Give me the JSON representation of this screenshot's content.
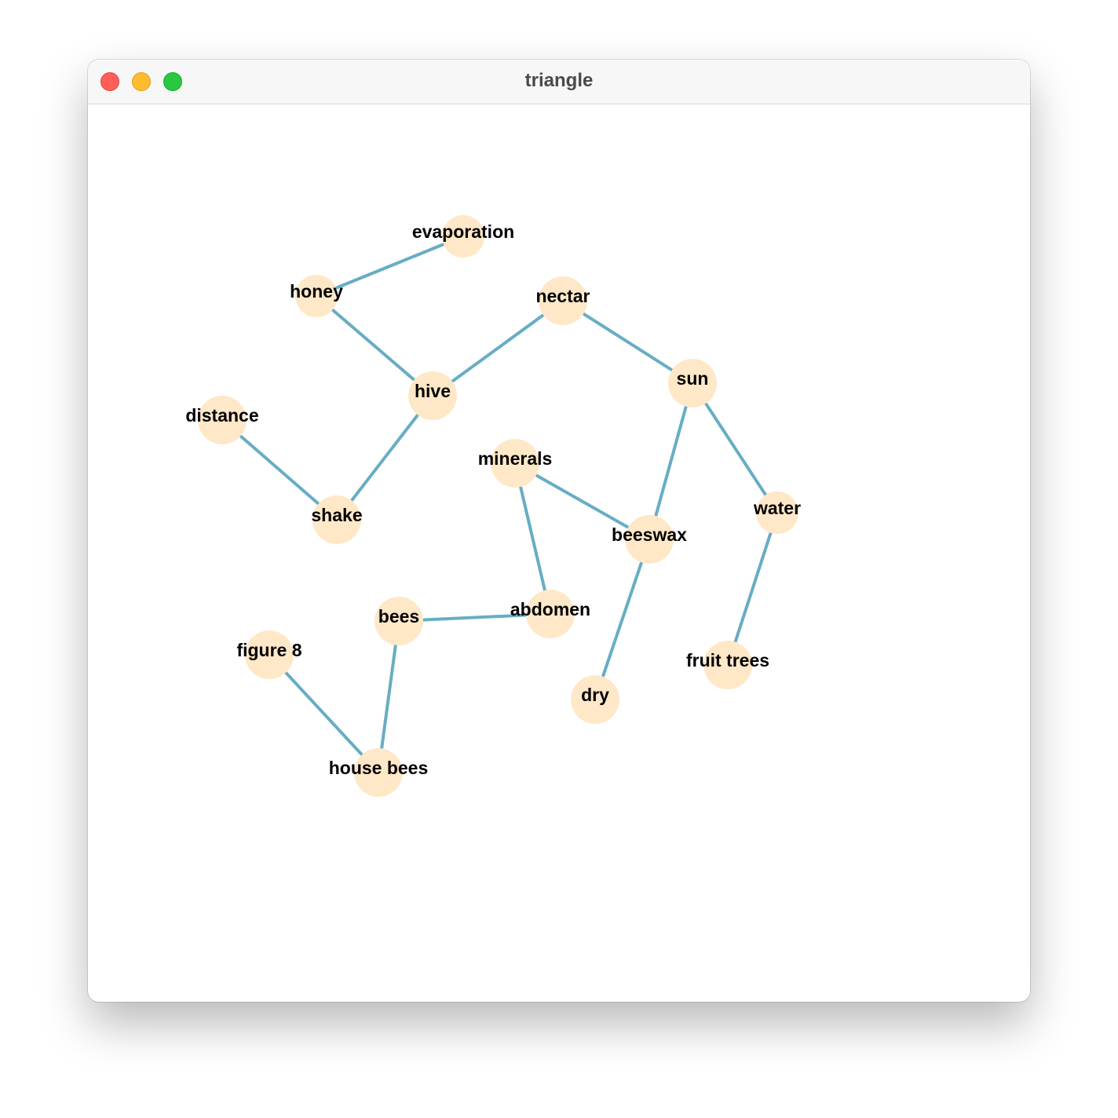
{
  "window": {
    "title": "triangle"
  },
  "colors": {
    "edge": "#67adc4",
    "node": "#ffe8c8",
    "label": "#000000"
  },
  "graph": {
    "nodes": [
      {
        "id": "evaporation",
        "label": "evaporation"
      },
      {
        "id": "honey",
        "label": "honey"
      },
      {
        "id": "nectar",
        "label": "nectar"
      },
      {
        "id": "hive",
        "label": "hive"
      },
      {
        "id": "sun",
        "label": "sun"
      },
      {
        "id": "distance",
        "label": "distance"
      },
      {
        "id": "minerals",
        "label": "minerals"
      },
      {
        "id": "shake",
        "label": "shake"
      },
      {
        "id": "water",
        "label": "water"
      },
      {
        "id": "beeswax",
        "label": "beeswax"
      },
      {
        "id": "bees",
        "label": "bees"
      },
      {
        "id": "abdomen",
        "label": "abdomen"
      },
      {
        "id": "figure8",
        "label": "figure 8"
      },
      {
        "id": "fruittrees",
        "label": "fruit trees"
      },
      {
        "id": "dry",
        "label": "dry"
      },
      {
        "id": "housebees",
        "label": "house bees"
      }
    ],
    "edges": [
      [
        "honey",
        "evaporation"
      ],
      [
        "honey",
        "hive"
      ],
      [
        "hive",
        "nectar"
      ],
      [
        "nectar",
        "sun"
      ],
      [
        "hive",
        "shake"
      ],
      [
        "distance",
        "shake"
      ],
      [
        "sun",
        "beeswax"
      ],
      [
        "sun",
        "water"
      ],
      [
        "minerals",
        "beeswax"
      ],
      [
        "minerals",
        "abdomen"
      ],
      [
        "beeswax",
        "dry"
      ],
      [
        "water",
        "fruittrees"
      ],
      [
        "bees",
        "abdomen"
      ],
      [
        "bees",
        "housebees"
      ],
      [
        "figure8",
        "housebees"
      ]
    ]
  }
}
